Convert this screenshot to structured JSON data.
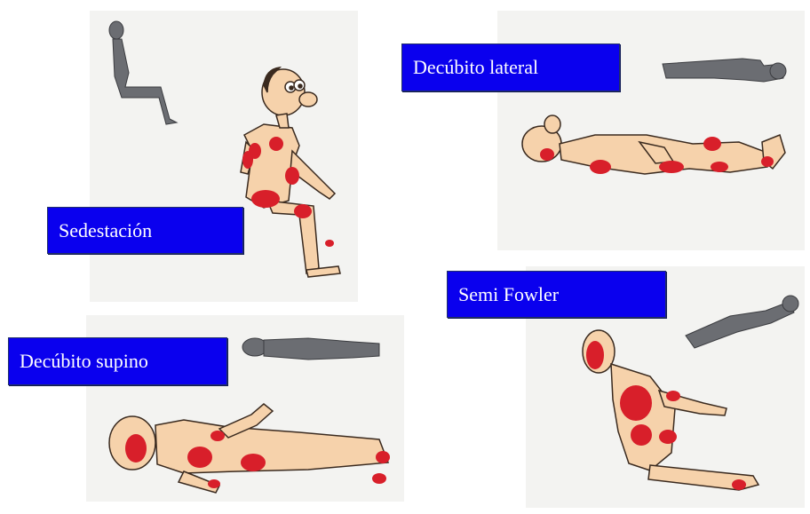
{
  "colors": {
    "label_background": "#0a00ee",
    "label_text": "#ffffff",
    "skin": "#f6d2ab",
    "pressure_area": "#d81f2a",
    "silhouette": "#6b6d72",
    "panel_background": "#f3f3f1"
  },
  "positions": [
    {
      "id": "sedestacion",
      "label": "Sedestación"
    },
    {
      "id": "decubito-lateral",
      "label": "Decúbito lateral"
    },
    {
      "id": "decubito-supino",
      "label": "Decúbito supino"
    },
    {
      "id": "semi-fowler",
      "label": "Semi Fowler"
    }
  ]
}
